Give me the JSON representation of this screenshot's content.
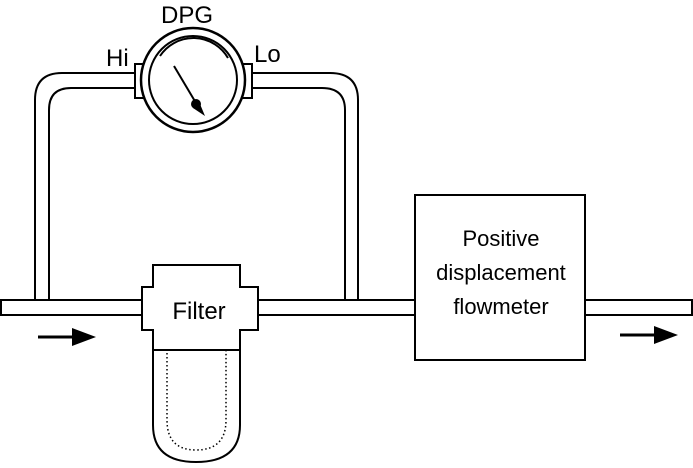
{
  "labels": {
    "gauge": "DPG",
    "high_port": "Hi",
    "low_port": "Lo",
    "filter": "Filter",
    "flowmeter_line1": "Positive",
    "flowmeter_line2": "displacement",
    "flowmeter_line3": "flowmeter"
  },
  "icons": {
    "inlet_arrow": "arrow-right-icon",
    "outlet_arrow": "arrow-right-icon",
    "gauge_needle": "gauge-needle-icon"
  },
  "colors": {
    "line": "#000000",
    "background": "#ffffff"
  }
}
